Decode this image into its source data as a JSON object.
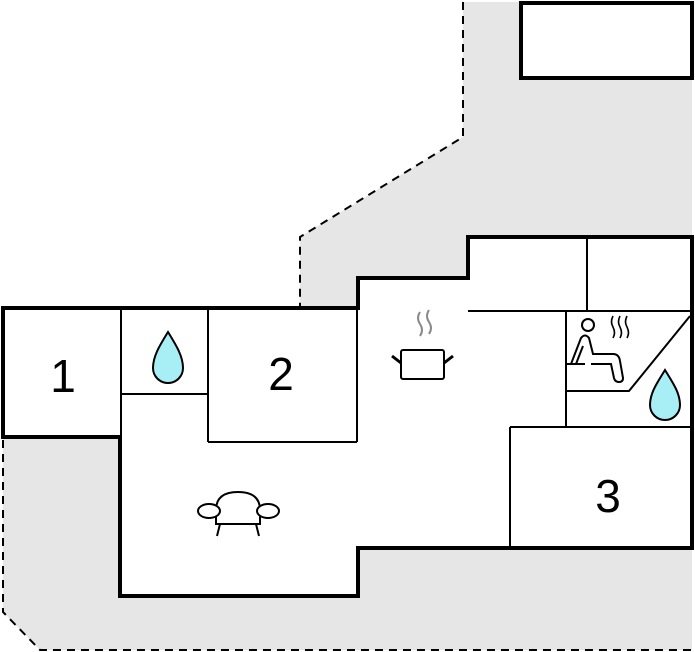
{
  "plan": {
    "rooms": [
      {
        "id": "bedroom-1",
        "label": "1"
      },
      {
        "id": "bedroom-2",
        "label": "2"
      },
      {
        "id": "bedroom-3",
        "label": "3"
      }
    ],
    "icons": [
      "water-drop-icon",
      "water-drop-icon",
      "cooking-pot-icon",
      "sofa-icon",
      "sauna-icon"
    ],
    "colors": {
      "terrace": "#e6e6e6",
      "wall": "#000000",
      "water": "#a8eef5",
      "steam": "#8a8a8a"
    }
  }
}
